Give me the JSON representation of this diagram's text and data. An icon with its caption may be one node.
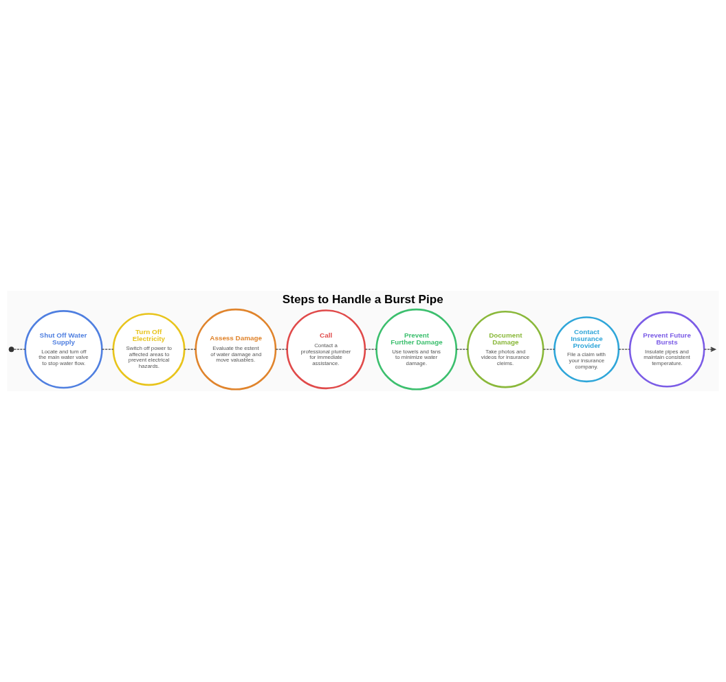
{
  "diagram": {
    "title": "Steps to Handle a Burst Pipe",
    "nodes": [
      {
        "text": [],
        "shape": "circle"
      },
      {
        "text": [
          "Shut Off Water Supply",
          "Locate and tum off the main water valve to stop water flow."
        ]
      },
      {
        "text": [
          "Turn Off Electricity",
          "Switch off power to affected areas to prevent electrical hazards."
        ]
      },
      {
        "text": [
          "Assess Damage",
          "Evaluate the estent of water damage and move valuables."
        ]
      },
      {
        "text": [
          "Call",
          "Contact a professional plumber for immediate assistance."
        ]
      },
      {
        "text": [
          "Prevent Further Damage",
          "Use towels and fans to minimize water damage."
        ]
      },
      {
        "text": [
          "Document Damage",
          "Take photos and videos for insurance cleims."
        ]
      },
      {
        "text": [
          "Contact Insurance Provider",
          "File a claim with your insurance company."
        ]
      },
      {
        "text": [
          "Prevent Future Bursts",
          "Insulate pipes and maintain consistent temperature."
        ]
      }
    ],
    "edges": [
      {
        "from": 0,
        "to": 1,
        "arrow": "none",
        "style": "dashed"
      },
      {
        "from": 1,
        "to": 2,
        "arrow": "none",
        "style": "dashed"
      },
      {
        "from": 2,
        "to": 3,
        "arrow": "none",
        "style": "dashed"
      },
      {
        "from": 3,
        "to": 4,
        "arrow": "none",
        "style": "dashed"
      },
      {
        "from": 4,
        "to": 5,
        "arrow": "none",
        "style": "dashed"
      },
      {
        "from": 5,
        "to": 6,
        "arrow": "none",
        "style": "dashed"
      },
      {
        "from": 6,
        "to": 7,
        "arrow": "none",
        "style": "dashed"
      },
      {
        "from": 7,
        "to": 8,
        "arrow": "none",
        "style": "dashed"
      },
      {
        "from": 8,
        "to": null,
        "arrow": "to",
        "style": "dashed"
      }
    ]
  }
}
